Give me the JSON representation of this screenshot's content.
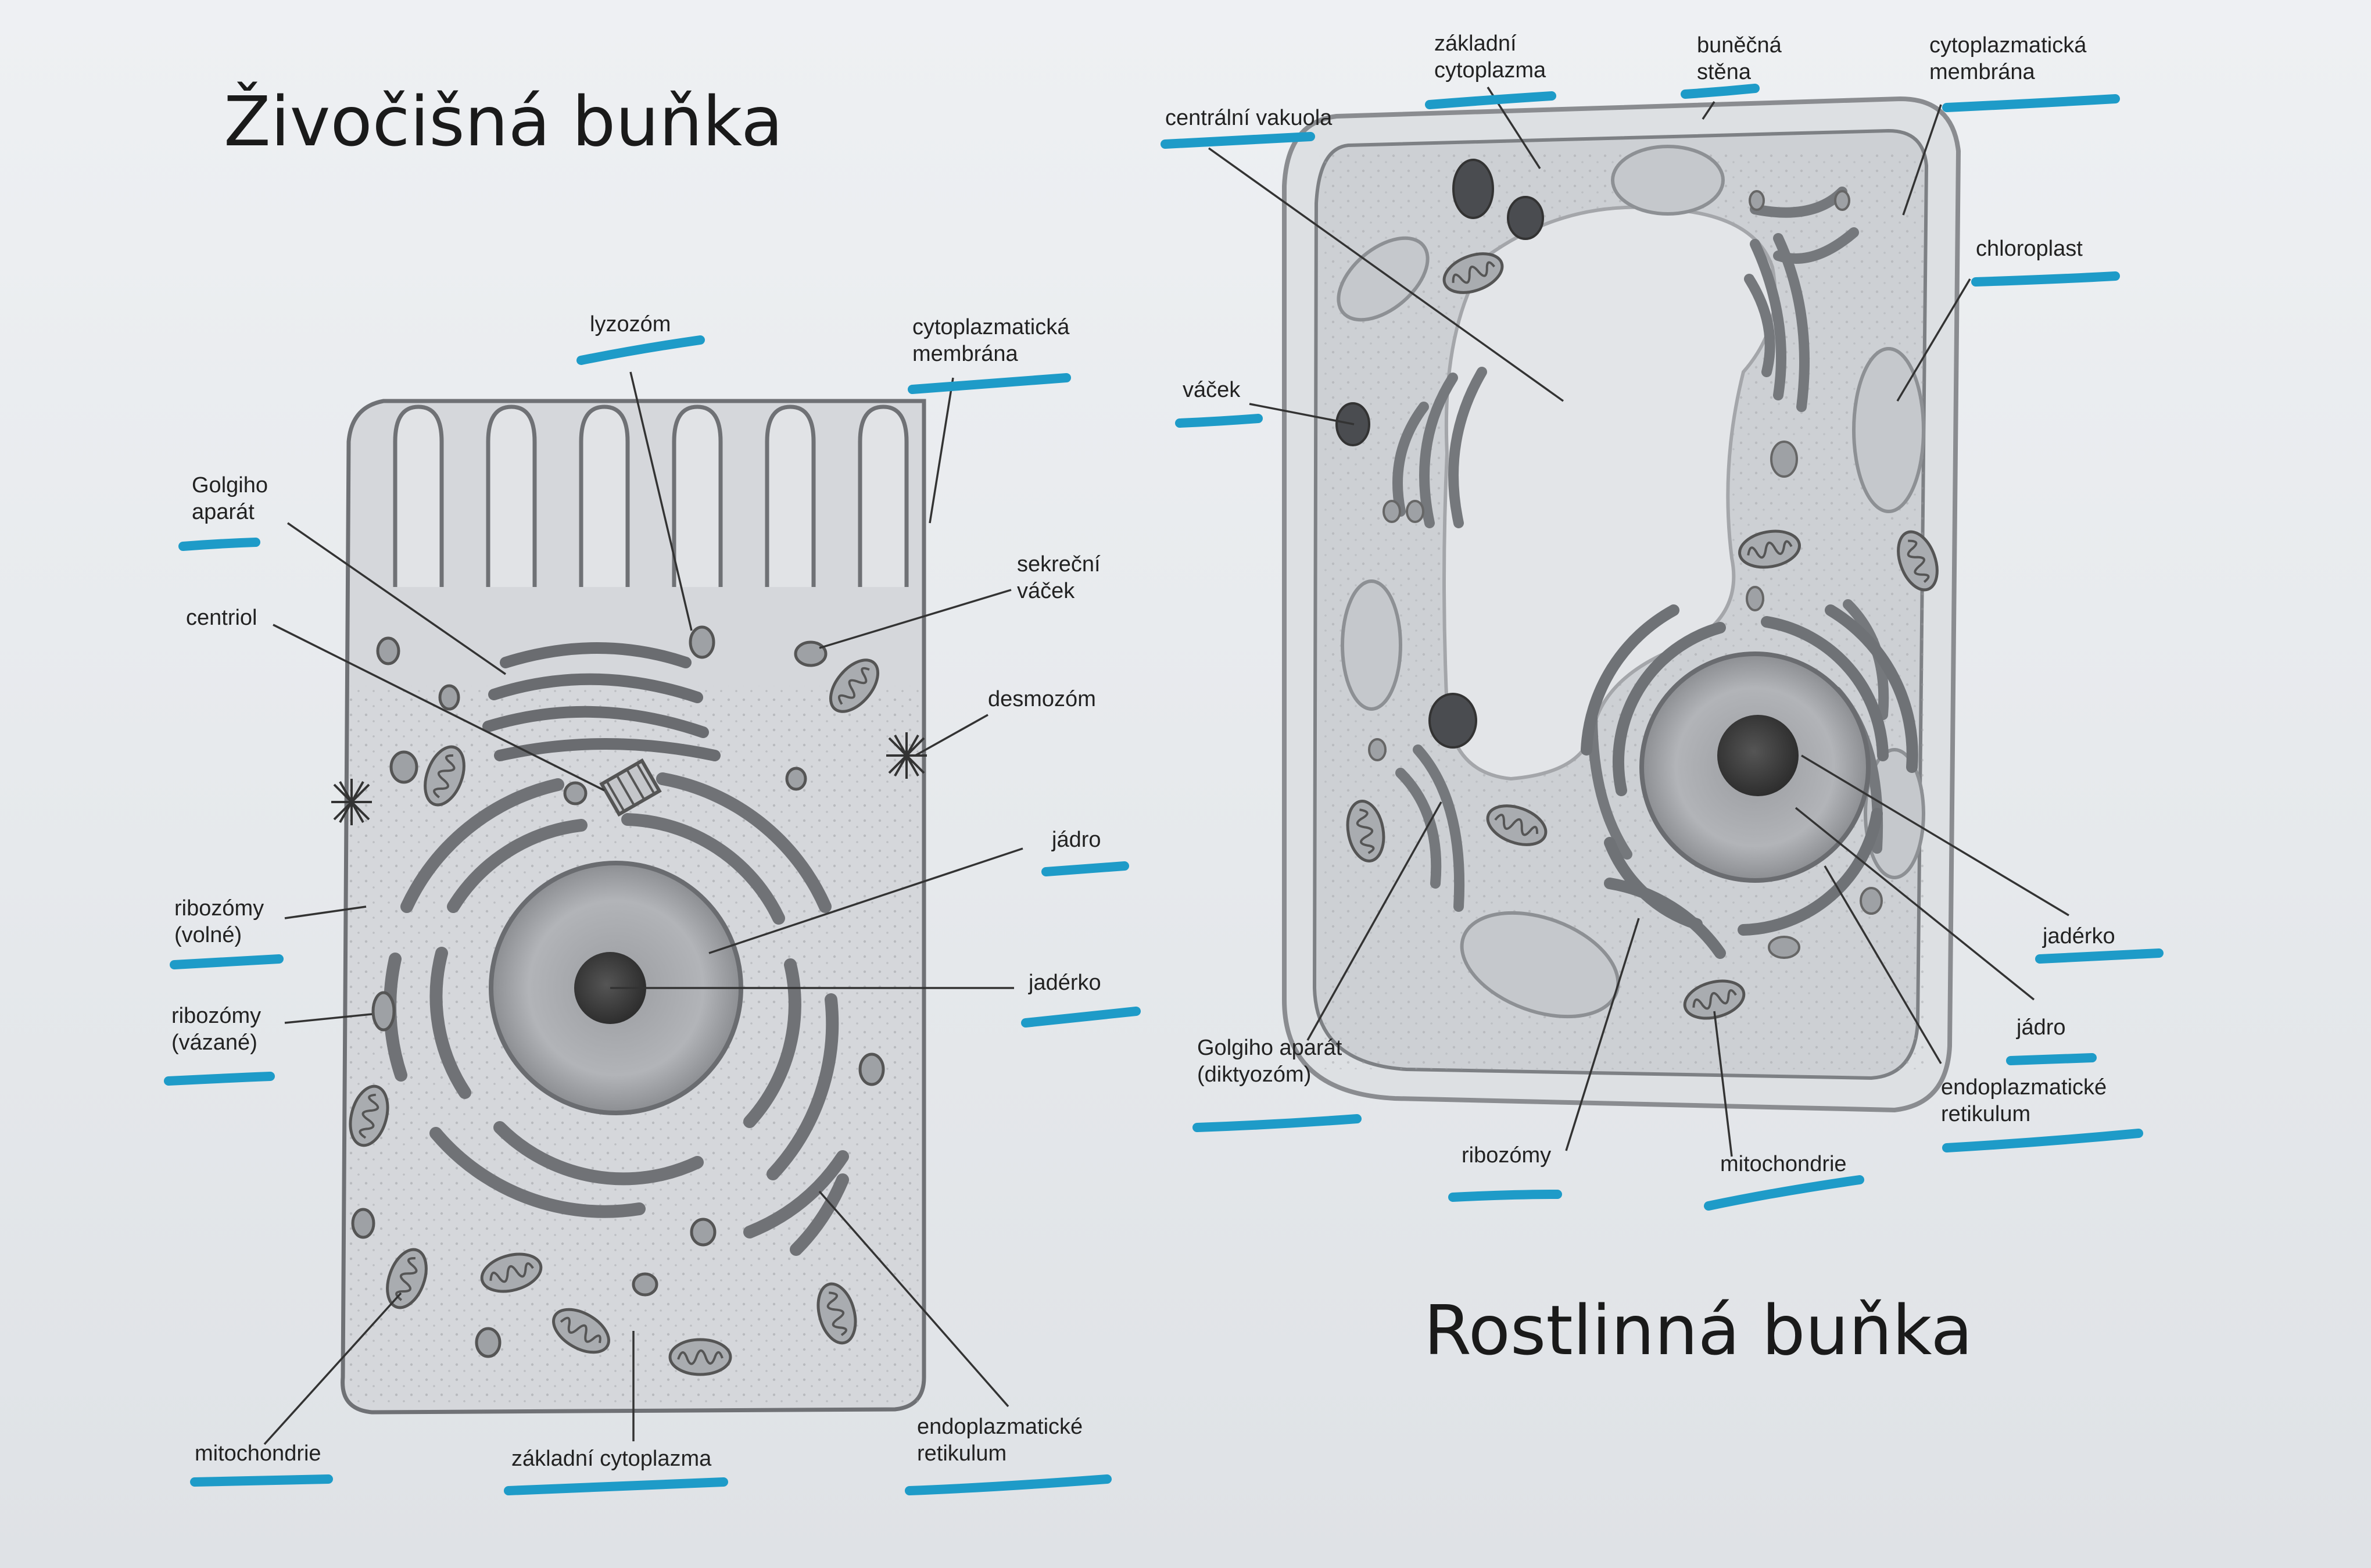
{
  "titles": {
    "animal": "Živočišná buňka",
    "plant": "Rostlinná buňka"
  },
  "animal_labels": {
    "lysosome": "lyzozóm",
    "membrane_1": "cytoplazmatická",
    "membrane_2": "membrána",
    "golgi_1": "Golgiho",
    "golgi_2": "aparát",
    "centriole": "centriol",
    "secretory_1": "sekreční",
    "secretory_2": "váček",
    "desmosome": "desmozóm",
    "nucleus": "jádro",
    "nucleolus": "jadérko",
    "ribo_free_1": "ribozómy",
    "ribo_free_2": "(volné)",
    "ribo_bound_1": "ribozómy",
    "ribo_bound_2": "(vázané)",
    "mitochondria": "mitochondrie",
    "cytoplasm": "základní cytoplazma",
    "er_1": "endoplazmatické",
    "er_2": "retikulum"
  },
  "plant_labels": {
    "cytoplasm_1": "základní",
    "cytoplasm_2": "cytoplazma",
    "wall_1": "buněčná",
    "wall_2": "stěna",
    "membrane_1": "cytoplazmatická",
    "membrane_2": "membrána",
    "vacuole": "centrální vakuola",
    "chloroplast": "chloroplast",
    "vesicle": "váček",
    "nucleolus": "jadérko",
    "nucleus": "jádro",
    "er_1": "endoplazmatické",
    "er_2": "retikulum",
    "golgi_1": "Golgiho aparát",
    "golgi_2": "(diktyozóm)",
    "ribosomes": "ribozómy",
    "mitochondria": "mitochondrie"
  },
  "colors": {
    "highlight": "#1e9bc8",
    "ink": "#222222",
    "cell_fill": "#d4d6da",
    "organelle": "#9a9da2"
  }
}
